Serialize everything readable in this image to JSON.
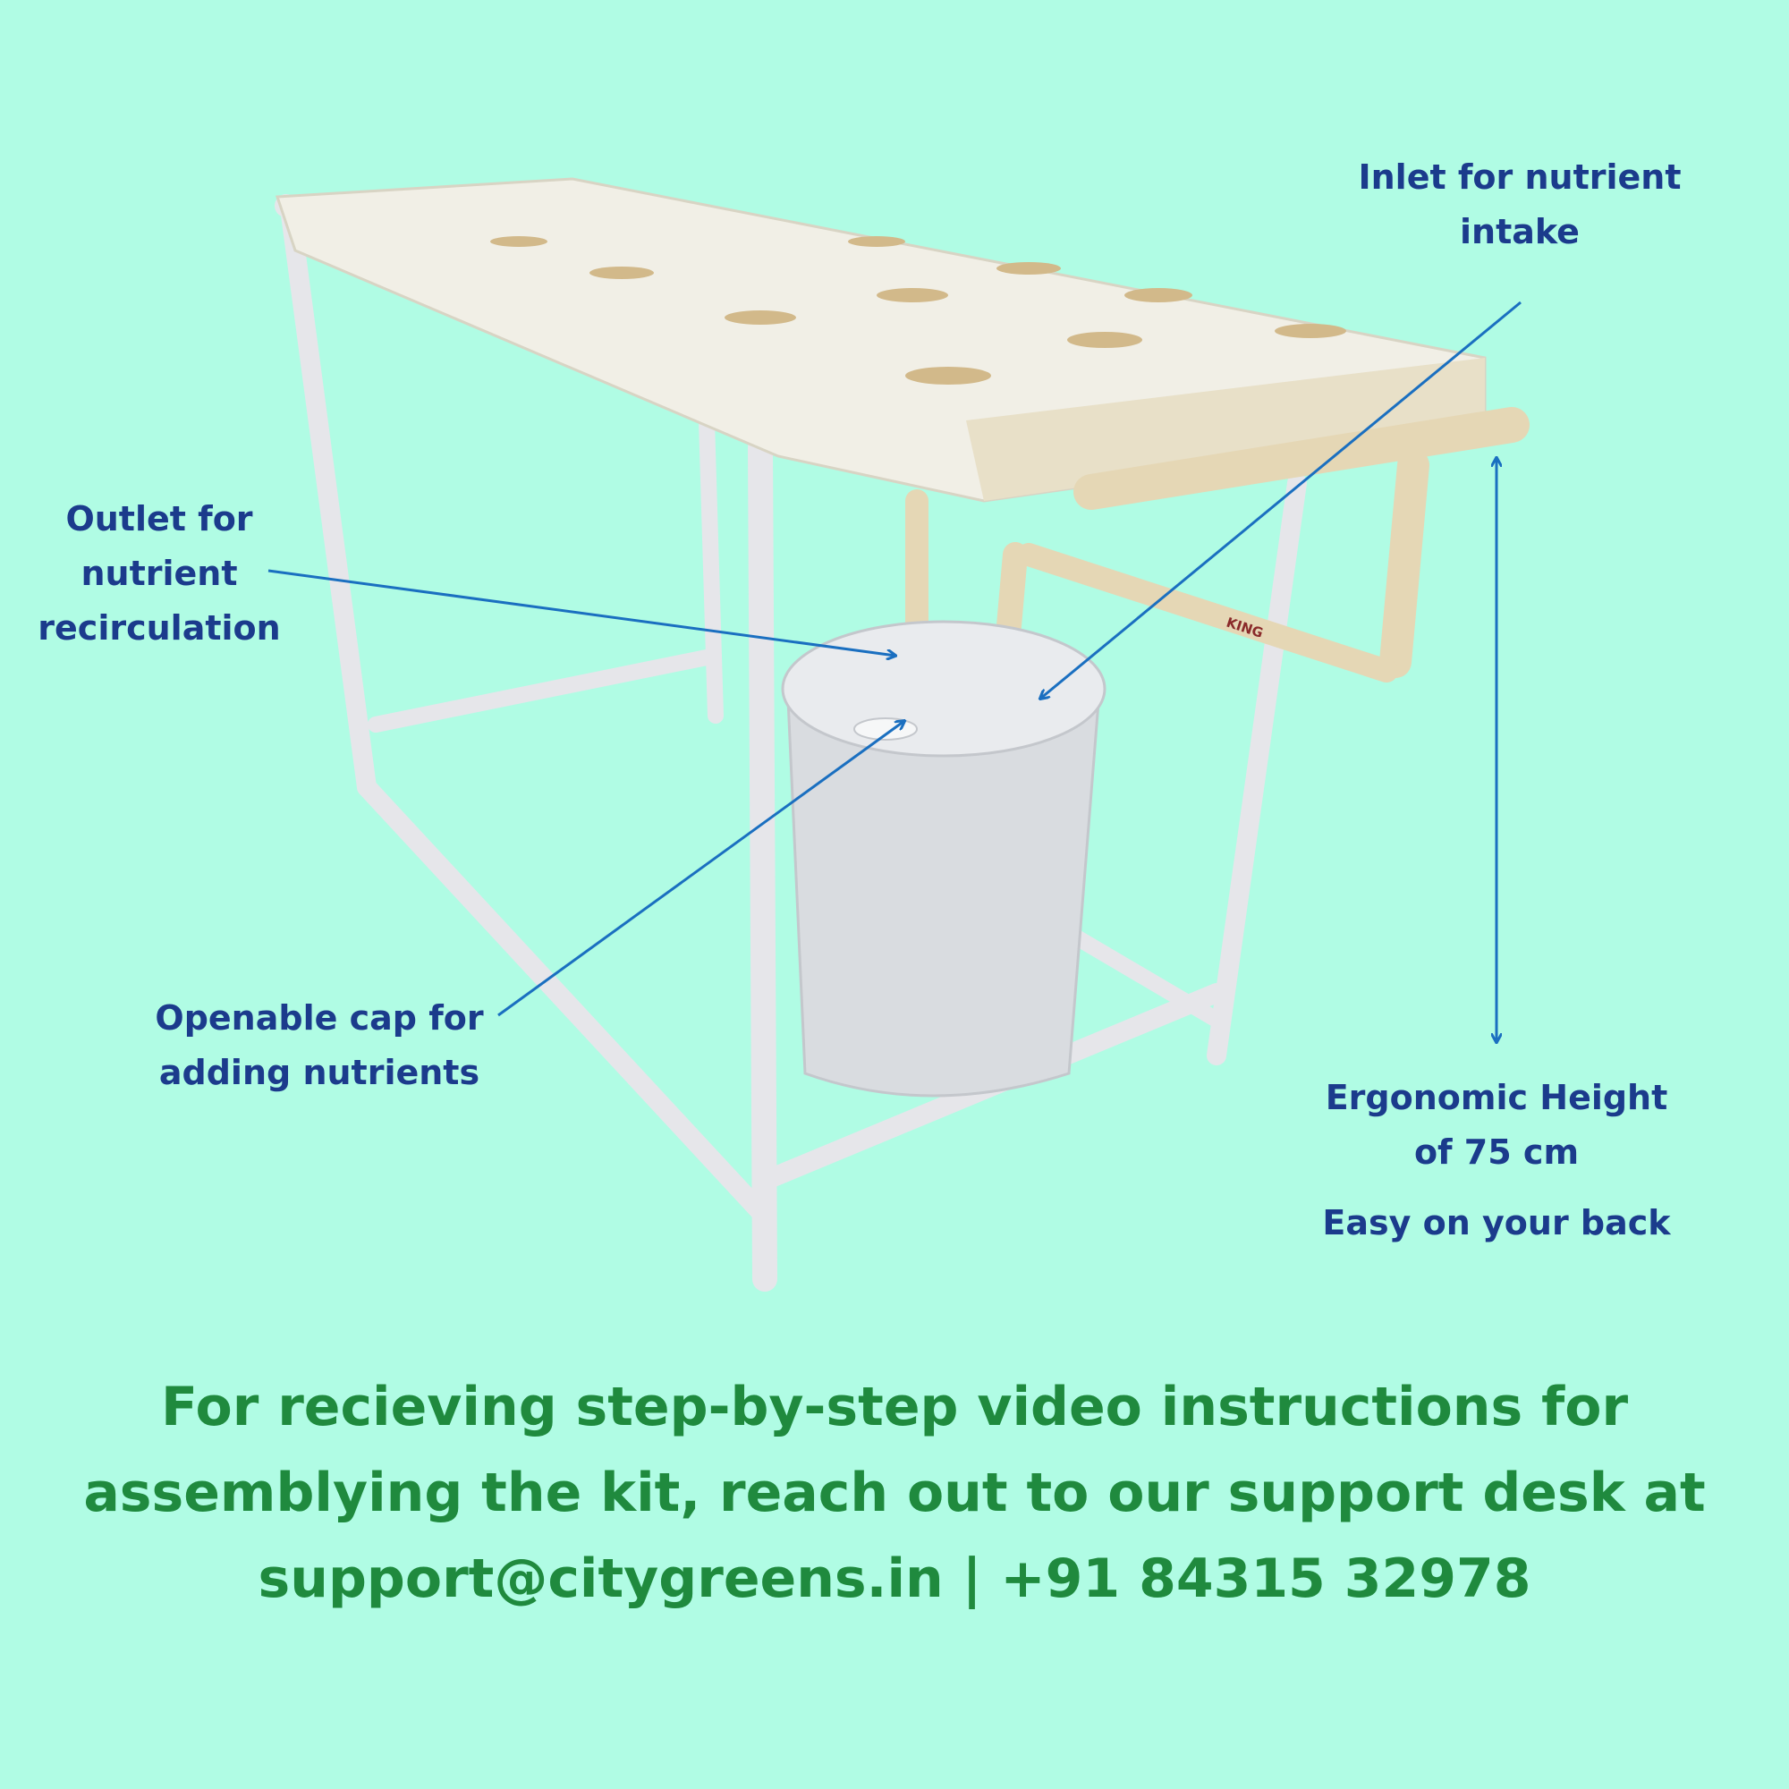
{
  "labels": {
    "inlet": [
      "Inlet for nutrient",
      "intake"
    ],
    "outlet": [
      "Outlet for",
      "nutrient",
      "recirculation"
    ],
    "cap": [
      "Openable cap for",
      "adding nutrients"
    ],
    "height": [
      "Ergonomic Height",
      "of 75 cm"
    ],
    "height_note": "Easy on your back"
  },
  "footer": {
    "lines": [
      "For recieving step-by-step video instructions for",
      "assemblying the kit, reach out to our support desk at",
      "support@citygreens.in | +91 84315 32978"
    ]
  },
  "product_branding": "KING",
  "colors": {
    "background": "#b0fce4",
    "label_text": "#1b3b8c",
    "footer_text": "#1f8a3e",
    "arrow": "#1a6fc0"
  }
}
